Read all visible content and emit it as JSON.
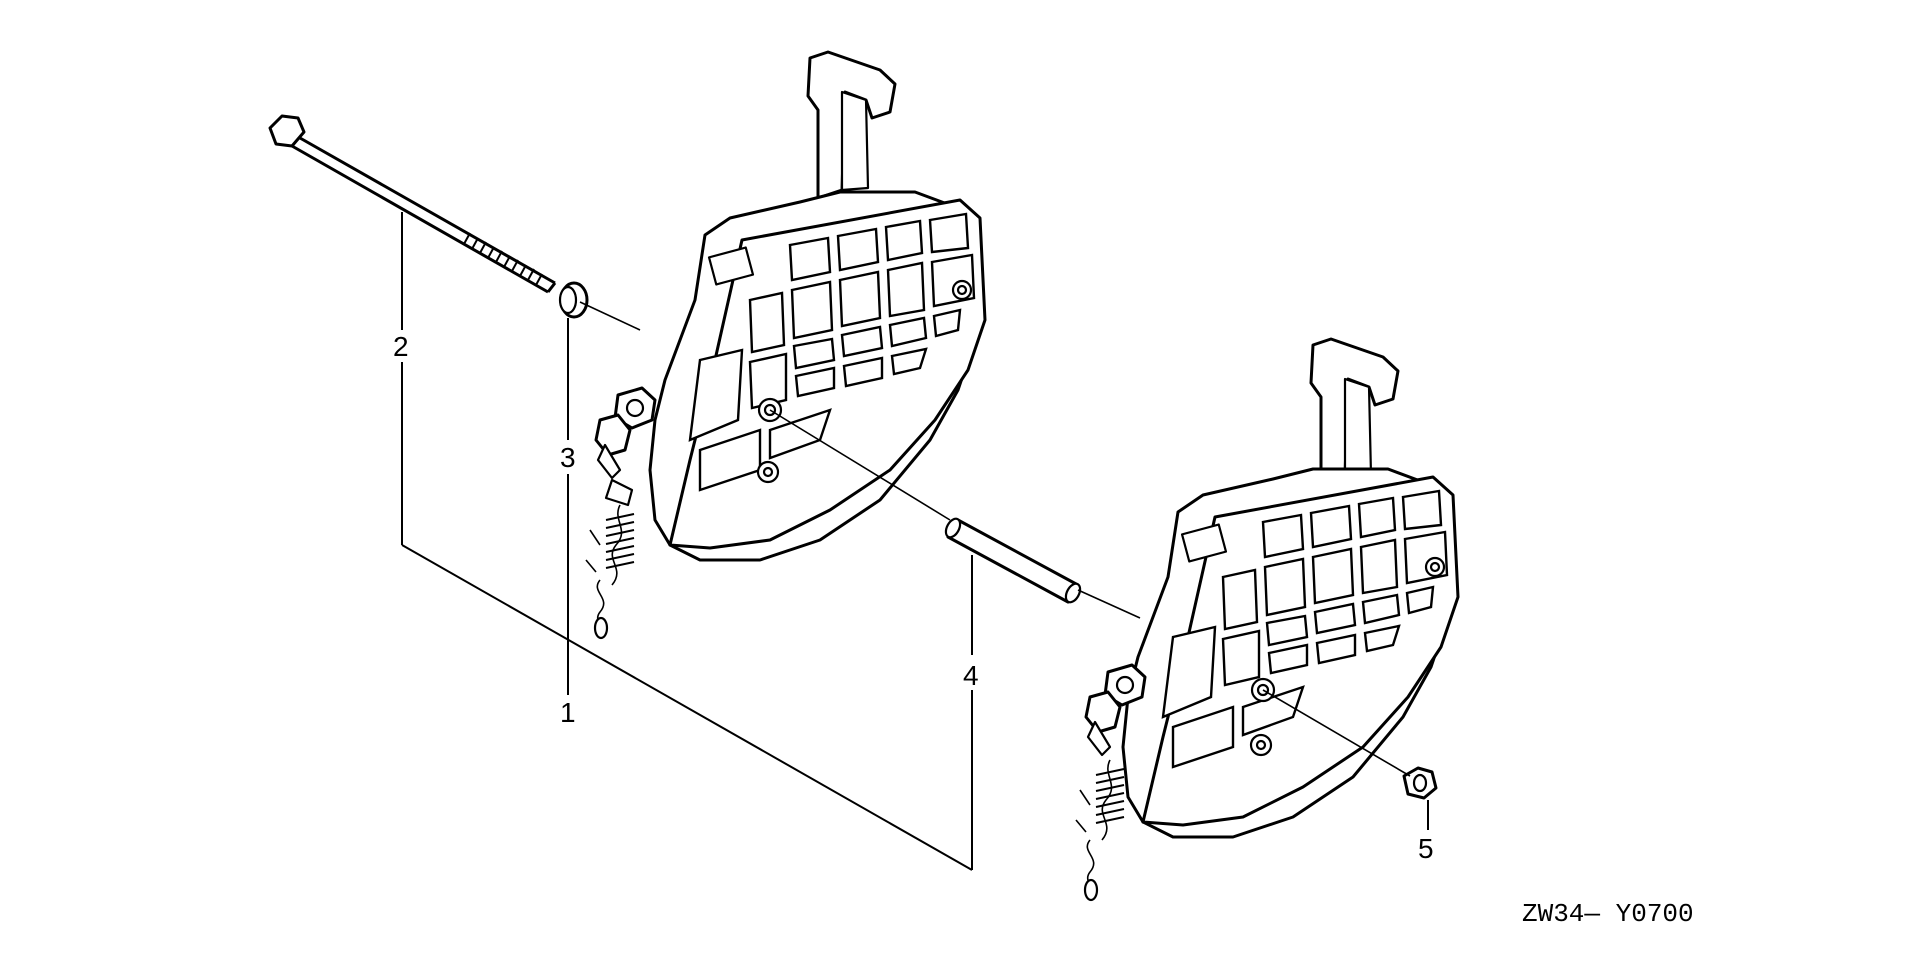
{
  "callouts": {
    "c1": "1",
    "c2": "2",
    "c3": "3",
    "c4": "4",
    "c5": "5"
  },
  "reference_code": "ZW34— Y0700",
  "colors": {
    "ink": "#000000",
    "paper": "#ffffff"
  }
}
